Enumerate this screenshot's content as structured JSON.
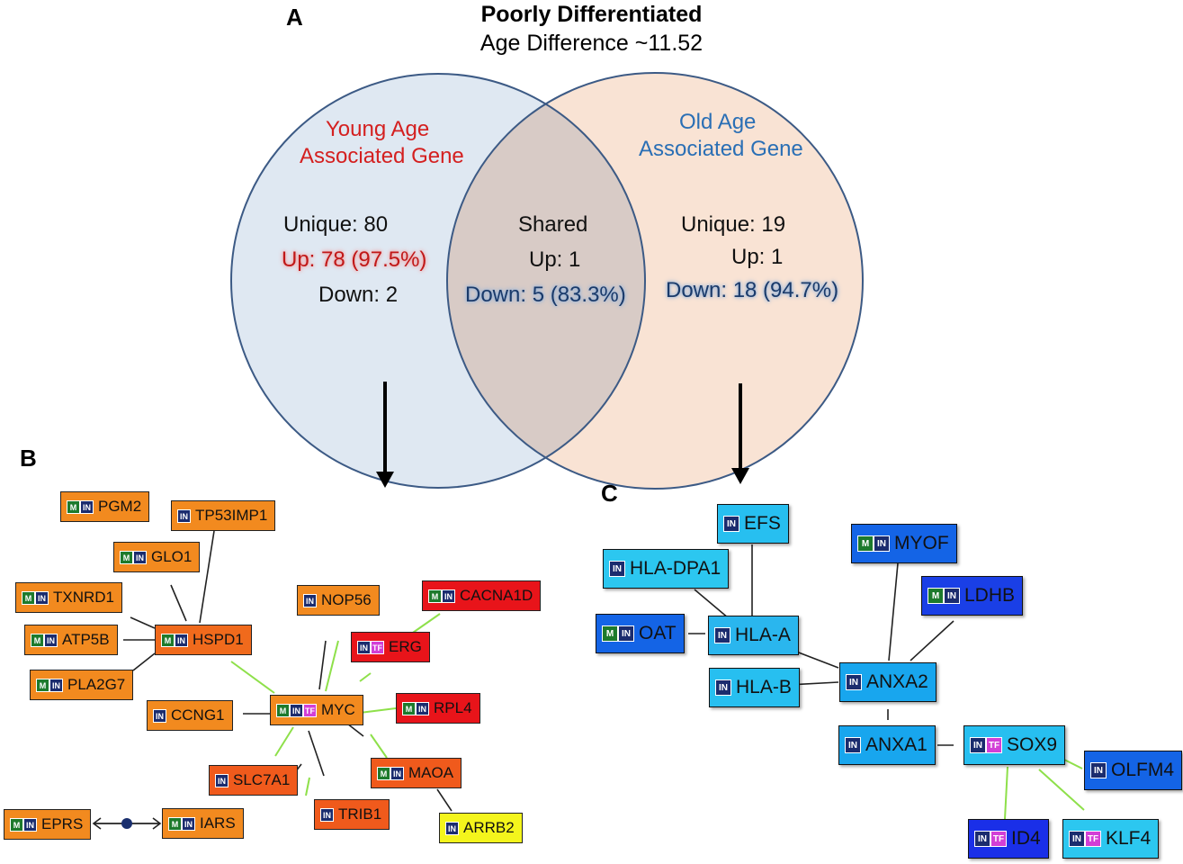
{
  "panel_labels": {
    "a": "A",
    "b": "B",
    "c": "C"
  },
  "venn": {
    "title": "Poorly Differentiated",
    "subtitle": "Age Difference ~11.52",
    "left": {
      "heading_line1": "Young  Age",
      "heading_line2": "Associated Gene",
      "unique": "Unique: 80",
      "up": "Up: 78 (97.5%)",
      "down": "Down: 2"
    },
    "shared": {
      "heading": "Shared",
      "up": "Up: 1",
      "down": "Down: 5 (83.3%)"
    },
    "right": {
      "heading_line1": "Old  Age",
      "heading_line2": "Associated Gene",
      "unique": "Unique:  19",
      "up": "Up: 1",
      "down": "Down: 18 (94.7%)"
    },
    "colors": {
      "left_fill": "#dfe8f2",
      "right_fill": "#f9e3d4",
      "overlap_fill": "#d8cbc6",
      "outline": "#3c5a85"
    }
  },
  "badge_text": {
    "m": "M",
    "i": "IN",
    "t": "TF"
  },
  "network_b": {
    "colors": {
      "orange": "#f28a1f",
      "red_orange": "#f05a1c",
      "red": "#e8141a",
      "yellow": "#f4f51c",
      "edge_green": "#8ee04a"
    },
    "nodes": {
      "pgm2": "PGM2",
      "tp53imp1": "TP53IMP1",
      "glo1": "GLO1",
      "txnrd1": "TXNRD1",
      "atp5b": "ATP5B",
      "hspd1": "HSPD1",
      "pla2g7": "PLA2G7",
      "nop56": "NOP56",
      "cacna1d": "CACNA1D",
      "erg": "ERG",
      "ccng1": "CCNG1",
      "myc": "MYC",
      "rpl4": "RPL4",
      "slc7a1": "SLC7A1",
      "maoa": "MAOA",
      "trib1": "TRIB1",
      "eprs": "EPRS",
      "iars": "IARS",
      "arrb2": "ARRB2"
    }
  },
  "network_c": {
    "colors": {
      "cyan": "#27bff0",
      "light_blue": "#18a6ee",
      "blue": "#1464e6",
      "dark_blue": "#1a2fe8",
      "edge_green": "#8ee04a"
    },
    "nodes": {
      "efs": "EFS",
      "hla_dpa1": "HLA-DPA1",
      "myof": "MYOF",
      "ldhb": "LDHB",
      "oat": "OAT",
      "hla_a": "HLA-A",
      "hla_b": "HLA-B",
      "anxa2": "ANXA2",
      "anxa1": "ANXA1",
      "sox9": "SOX9",
      "olfm4": "OLFM4",
      "id4": "ID4",
      "klf4": "KLF4"
    }
  }
}
